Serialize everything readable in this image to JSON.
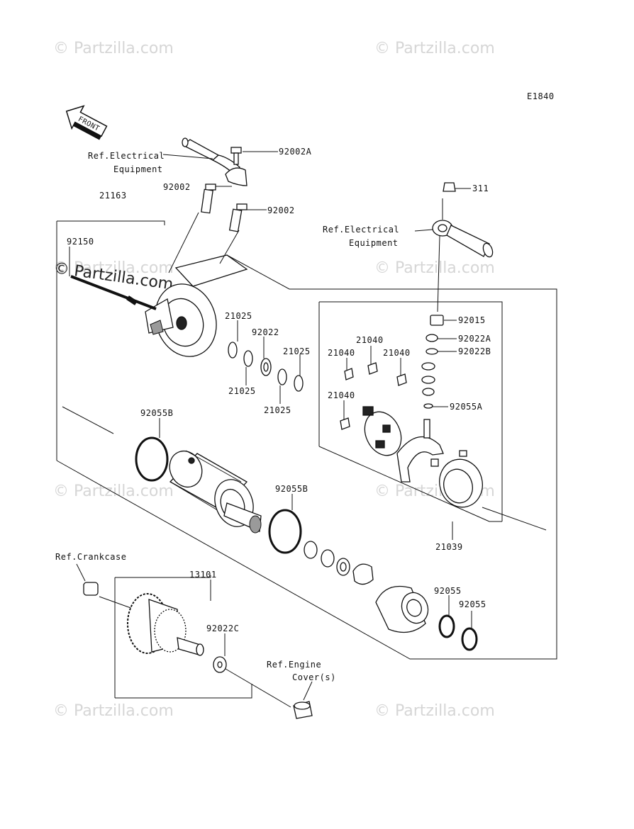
{
  "diagram_code": "E1840",
  "front_arrow_label": "FRONT",
  "watermarks": [
    "© Partzilla.com",
    "© Partzilla.com",
    "© Partzilla.com",
    "© Partzilla.com",
    "© Partzilla.com",
    "© Partzilla.com",
    "© Partzilla.com",
    "© Partzilla.com"
  ],
  "watermark_strong": "© Partzilla.com",
  "labels": {
    "ref_elec_1a": "Ref.Electrical",
    "ref_elec_1b": "Equipment",
    "p92002A": "92002A",
    "p92002_a": "92002",
    "p92002_b": "92002",
    "p21163": "21163",
    "p92150": "92150",
    "p311": "311",
    "ref_elec_2a": "Ref.Electrical",
    "ref_elec_2b": "Equipment",
    "p92015": "92015",
    "p92022A": "92022A",
    "p92022B": "92022B",
    "p21040_a": "21040",
    "p21040_b": "21040",
    "p21040_c": "21040",
    "p21040_d": "21040",
    "p92055A": "92055A",
    "p21025_a": "21025",
    "p92022": "92022",
    "p21025_b": "21025",
    "p21025_c": "21025",
    "p21025_d": "21025",
    "p92055B_a": "92055B",
    "p92055B_b": "92055B",
    "p21039": "21039",
    "ref_crankcase": "Ref.Crankcase",
    "p13101": "13101",
    "p92022C": "92022C",
    "p92055_a": "92055",
    "p92055_b": "92055",
    "ref_engine_a": "Ref.Engine",
    "ref_engine_b": "Cover(s)"
  }
}
